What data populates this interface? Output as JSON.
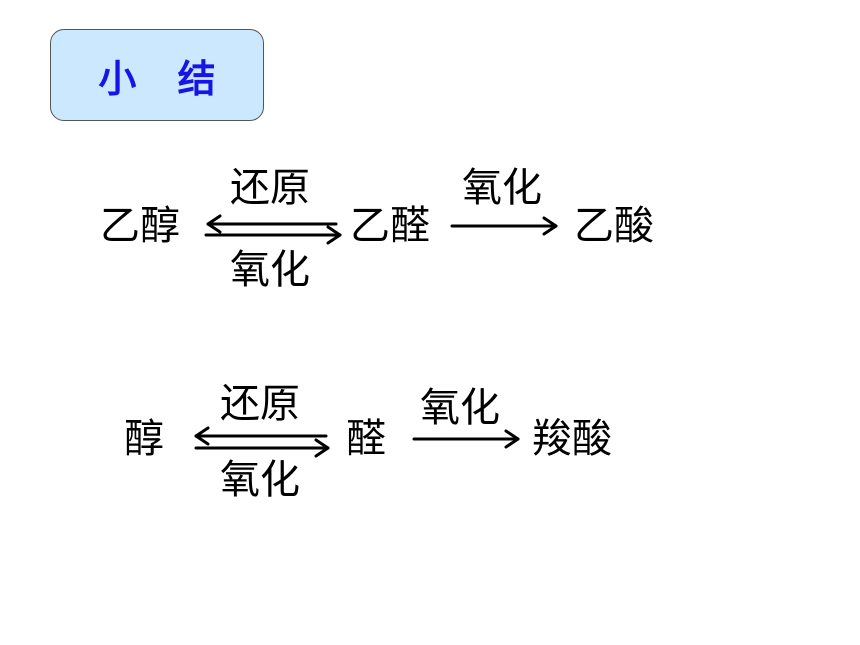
{
  "title": "小 结",
  "row1": {
    "left": "乙醇",
    "middle": "乙醛",
    "right": "乙酸",
    "reduction_label": "还原",
    "oxidation_label_bottom": "氧化",
    "oxidation_label_right": "氧化"
  },
  "row2": {
    "left": "醇",
    "middle": "醛",
    "right": "羧酸",
    "reduction_label": "还原",
    "oxidation_label_bottom": "氧化",
    "oxidation_label_right": "氧化"
  }
}
